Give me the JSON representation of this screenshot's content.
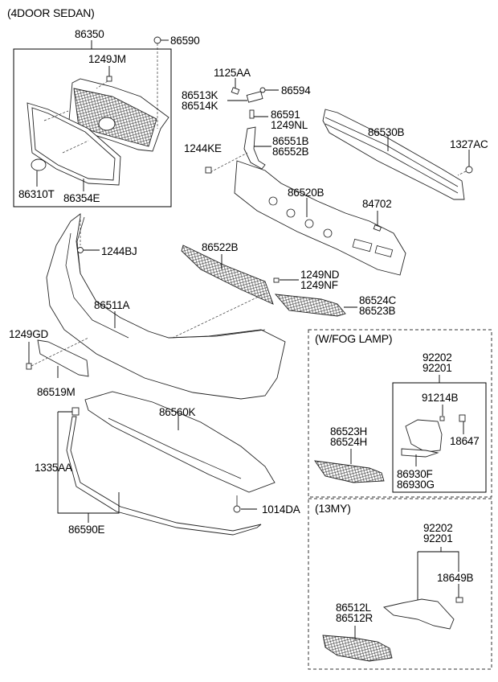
{
  "diagram": {
    "title": "(4DOOR SEDAN)",
    "sections": {
      "fog_lamp": "(W/FOG LAMP)",
      "my13": "(13MY)"
    },
    "labels": {
      "p86350": "86350",
      "p86590": "86590",
      "p1249JM": "1249JM",
      "p86310T": "86310T",
      "p86354E": "86354E",
      "p1125AA": "1125AA",
      "p86594": "86594",
      "p86513K": "86513K",
      "p86514K": "86514K",
      "p86591": "86591",
      "p1249NL": "1249NL",
      "p1244KE": "1244KE",
      "p86551B": "86551B",
      "p86552B": "86552B",
      "p86530B": "86530B",
      "p1327AC": "1327AC",
      "p86520B": "86520B",
      "p84702": "84702",
      "p1244BJ": "1244BJ",
      "p86522B": "86522B",
      "p1249ND": "1249ND",
      "p1249NF": "1249NF",
      "p86511A": "86511A",
      "p86524C": "86524C",
      "p86523B": "86523B",
      "p1249GD": "1249GD",
      "p86519M": "86519M",
      "p86560K": "86560K",
      "p1335AA": "1335AA",
      "p86590E": "86590E",
      "p1014DA": "1014DA",
      "fog_92202": "92202",
      "fog_92201": "92201",
      "fog_91214B": "91214B",
      "fog_18647": "18647",
      "fog_86523H": "86523H",
      "fog_86524H": "86524H",
      "fog_86930F": "86930F",
      "fog_86930G": "86930G",
      "my_92202": "92202",
      "my_92201": "92201",
      "my_18649B": "18649B",
      "my_86512L": "86512L",
      "my_86512R": "86512R"
    }
  }
}
